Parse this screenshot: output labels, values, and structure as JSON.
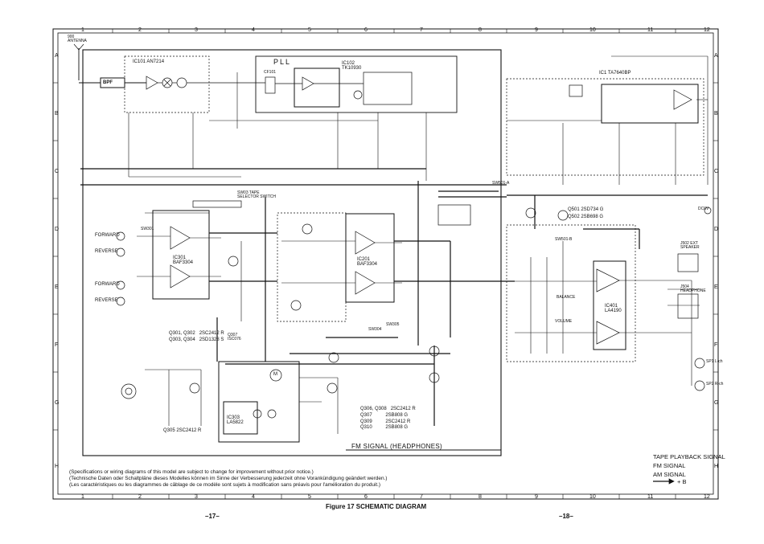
{
  "grid_top": [
    "1",
    "2",
    "3",
    "4",
    "5",
    "6",
    "7",
    "8",
    "9",
    "10",
    "11",
    "12"
  ],
  "grid_bottom": [
    "1",
    "2",
    "3",
    "4",
    "5",
    "6",
    "7",
    "8",
    "9",
    "10",
    "11",
    "12"
  ],
  "grid_left": [
    "A",
    "B",
    "C",
    "D",
    "E",
    "F",
    "G",
    "H"
  ],
  "grid_right": [
    "A",
    "B",
    "C",
    "D",
    "E",
    "F",
    "G",
    "H"
  ],
  "labels": {
    "antenna": "900 ANTENNA",
    "ic101": "IC101 AN7214",
    "ic102": "IC102 TK10930",
    "ic1": "IC1 TA7640BP",
    "ic301": "IC301 BAF3304",
    "ic201": "IC201 BAF3304",
    "ic401": "IC401 LA4190",
    "ic303": "IC303 LA5822",
    "pll": "PLL",
    "bpf": "BPF",
    "cf101": "CF101",
    "tape_selector": "SW03 TAPE SELECTOR SWITCH",
    "forward_top": "FORWARD",
    "reverse_top": "REVERSE",
    "forward_bot": "FORWARD",
    "reverse_bot": "REVERSE",
    "sw501a": "SW501-A",
    "sw501b": "SW501-B",
    "sw301": "SW301",
    "sw304": "SW304",
    "sw305": "SW305",
    "q501": "Q501  2SD734 G",
    "q502": "Q502  2SB698 G",
    "q_list_a": "Q301, Q302   2SC2412 R\nQ303, Q304   2SD1328 S",
    "q307_isc": "Q307\nISC076",
    "q305": "Q305  2SC2412 R",
    "q_list_b": "Q306, Q308   2SC2412 R\nQ307          2SB808 G\nQ309          2SC2412 R\nQ310          2SB808 G",
    "balance": "BALANCE",
    "volume": "VOLUME",
    "dc6v": "DC6V",
    "j502": "J502 EXT SPEAKER",
    "j504": "J504 HEADPHONE",
    "sp1": "SP1 L-ch",
    "sp2": "SP2 R-ch",
    "motor": "M",
    "fm_signal_box": "FM SIGNAL (HEADPHONES)"
  },
  "notes": [
    "(Specifications or wiring diagrams of this model are subject to change for improvement without prior notice.)",
    "(Technische Daten oder Schaltpläne dieses Modelles können im Sinne der Verbesserung jederzeit ohne Vorankündigung geändert werden.)",
    "(Les caractéristiques ou les diagrammes de câblage de ce modèle sont sujets à modification sans préavis pour l'amélioration du produit.)"
  ],
  "legend": {
    "tape": "TAPE PLAYBACK SIGNAL",
    "fm": "FM SIGNAL",
    "am": "AM SIGNAL",
    "b": "+ B"
  },
  "caption": "Figure 17  SCHEMATIC DIAGRAM",
  "page_left": "–17–",
  "page_right": "–18–",
  "colors": {
    "ink": "#111111",
    "paper": "#ffffff"
  }
}
